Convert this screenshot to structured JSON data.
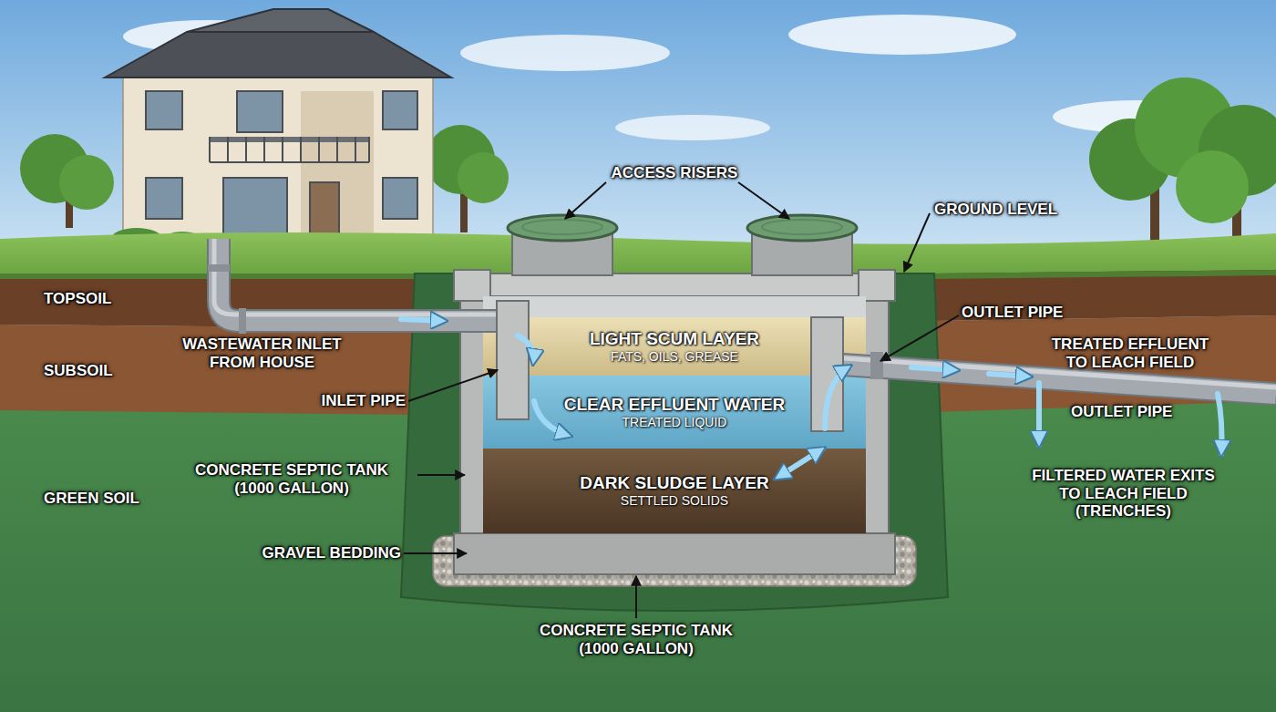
{
  "diagram": {
    "nodes": [
      {
        "text": [
          "LIGHT SCUM LAYER",
          "FATS, OILS, GREASE"
        ]
      },
      {
        "text": [
          "CLEAR EFFLUENT WATER",
          "TREATED LIQUID"
        ]
      },
      {
        "text": [
          "DARK SLUDGE LAYER",
          "SETTLED SOLIDS"
        ]
      }
    ],
    "labels": [
      "ACCESS RISERS",
      "GROUND LEVEL",
      "TOPSOIL",
      "SUBSOIL",
      "GREEN SOIL",
      "WASTEWATER INLET FROM HOUSE",
      "INLET PIPE",
      "CONCRETE SEPTIC TANK (1000 GALLON)",
      "GRAVEL BEDDING",
      "CONCRETE SEPTIC TANK (1000 GALLON)",
      "OUTLET PIPE",
      "TREATED EFFLUENT TO LEACH FIELD",
      "OUTLET PIPE",
      "FILTERED WATER EXITS TO LEACH FIELD (TRENCHES)"
    ]
  }
}
